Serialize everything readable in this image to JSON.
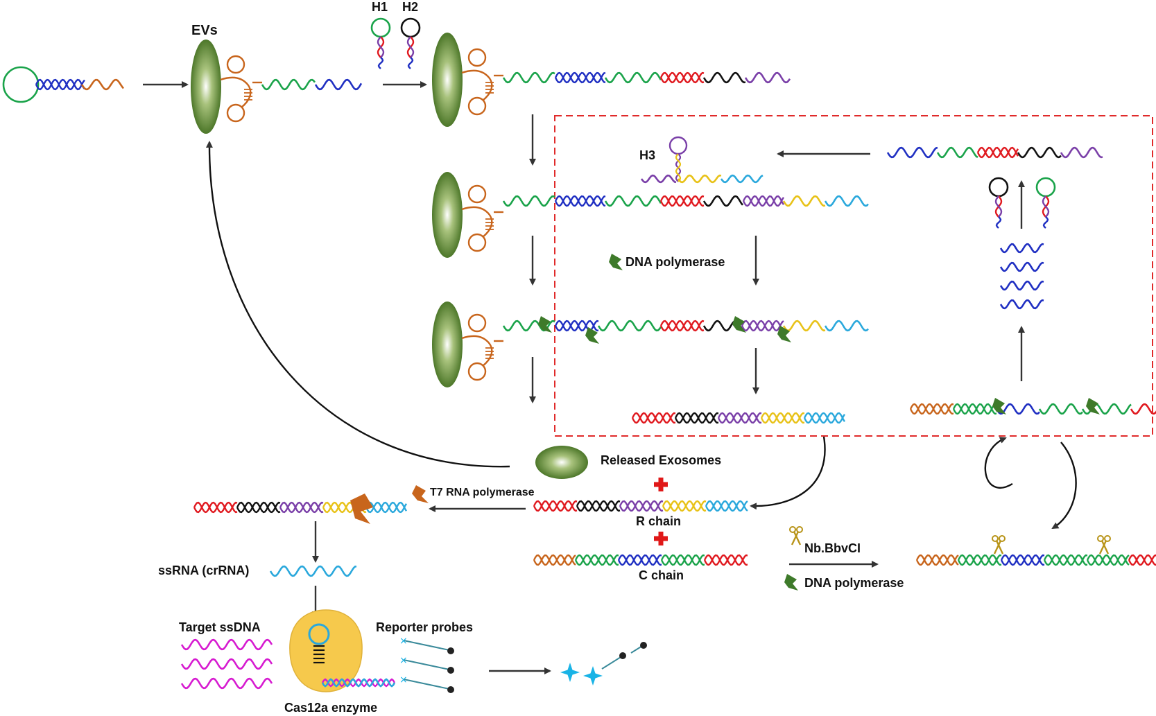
{
  "labels": {
    "evs": "EVs",
    "h1": "H1",
    "h2": "H2",
    "h3": "H3",
    "dna_polymerase_top": "DNA polymerase",
    "released_exosomes": "Released Exosomes",
    "t7_rna_polymerase": "T7 RNA polymerase",
    "r_chain": "R chain",
    "c_chain": "C chain",
    "nb_bbvci": "Nb.BbvCI",
    "dna_polymerase_bottom": "DNA polymerase",
    "ssrna": "ssRNA (crRNA)",
    "target_ssdna": "Target ssDNA",
    "reporter_probes": "Reporter probes",
    "cas12a": "Cas12a enzyme"
  },
  "colors": {
    "green": "#1aa34a",
    "blue": "#1f2fc2",
    "brown": "#c8651c",
    "red": "#e0191f",
    "black": "#111111",
    "purple": "#7a3fa8",
    "yellow": "#e8c218",
    "cyan": "#2aa8dc",
    "magenta": "#d61ad0",
    "ev_dark": "#3e6b1c",
    "box_dashed": "#e02a2a",
    "cross_red": "#e01818",
    "cas12a_fill": "#f6c94c",
    "sparkle": "#19b3e6",
    "scissors": "#b89418"
  },
  "icons": [
    "ev-vesicle-icon",
    "hairpin-icon",
    "dna-polymerase-icon",
    "t7-rna-polymerase-icon",
    "scissors-icon",
    "red-cross-icon",
    "cas12a-icon",
    "reporter-probe-icon",
    "sparkle-icon"
  ]
}
